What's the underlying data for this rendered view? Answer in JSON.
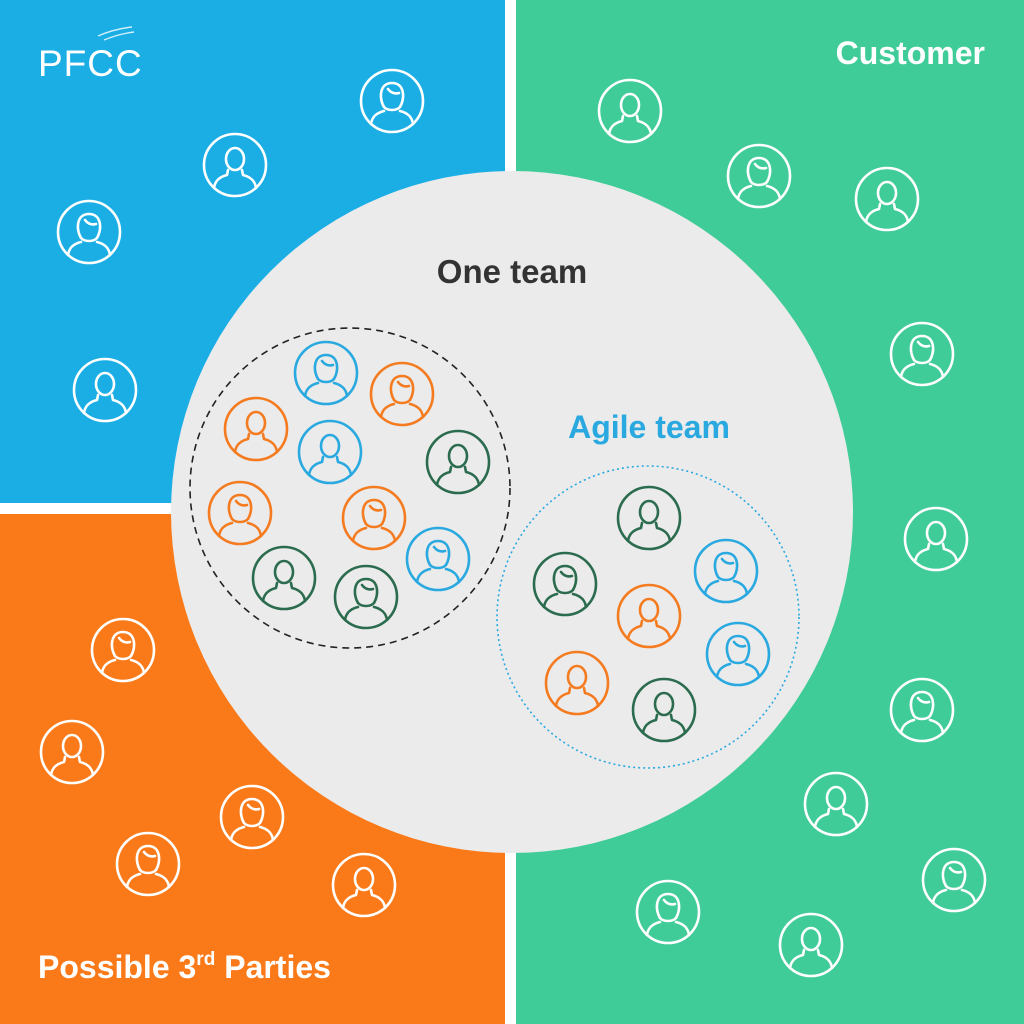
{
  "logo": {
    "text": "PFCC"
  },
  "labels": {
    "customer": "Customer",
    "third_parties": "Possible 3",
    "third_parties_sup": "rd",
    "third_parties_tail": " Parties",
    "one_team": "One team",
    "agile_team": "Agile team"
  },
  "colors": {
    "blue": "#1aaee5",
    "green": "#40cc98",
    "orange": "#fa7a1a",
    "circle_bg": "#ebebeb",
    "dark_green": "#2b6b4e",
    "icon_orange": "#f47b20",
    "icon_blue": "#29a9e0",
    "text_dark": "#333333",
    "white": "#ffffff"
  },
  "icons": {
    "blue_quadrant": [
      "person-female-icon",
      "person-male-icon",
      "person-female-icon",
      "person-male-icon"
    ],
    "orange_quadrant": [
      "person-female-icon",
      "person-male-icon",
      "person-female-icon",
      "person-female-icon",
      "person-male-icon"
    ],
    "green_quadrant": [
      "person-male-icon",
      "person-female-icon",
      "person-male-icon",
      "person-female-icon",
      "person-male-icon",
      "person-female-icon",
      "person-male-icon",
      "person-female-icon",
      "person-female-icon",
      "person-male-icon"
    ],
    "one_team_group": [
      "person-female-icon",
      "person-female-icon",
      "person-male-icon",
      "person-male-icon",
      "person-male-icon",
      "person-female-icon",
      "person-female-icon",
      "person-female-icon",
      "person-male-icon",
      "person-female-icon",
      "person-female-icon"
    ],
    "agile_team_group": [
      "person-male-icon",
      "person-female-icon",
      "person-female-icon",
      "person-male-icon",
      "person-female-icon",
      "person-male-icon",
      "person-male-icon"
    ]
  }
}
